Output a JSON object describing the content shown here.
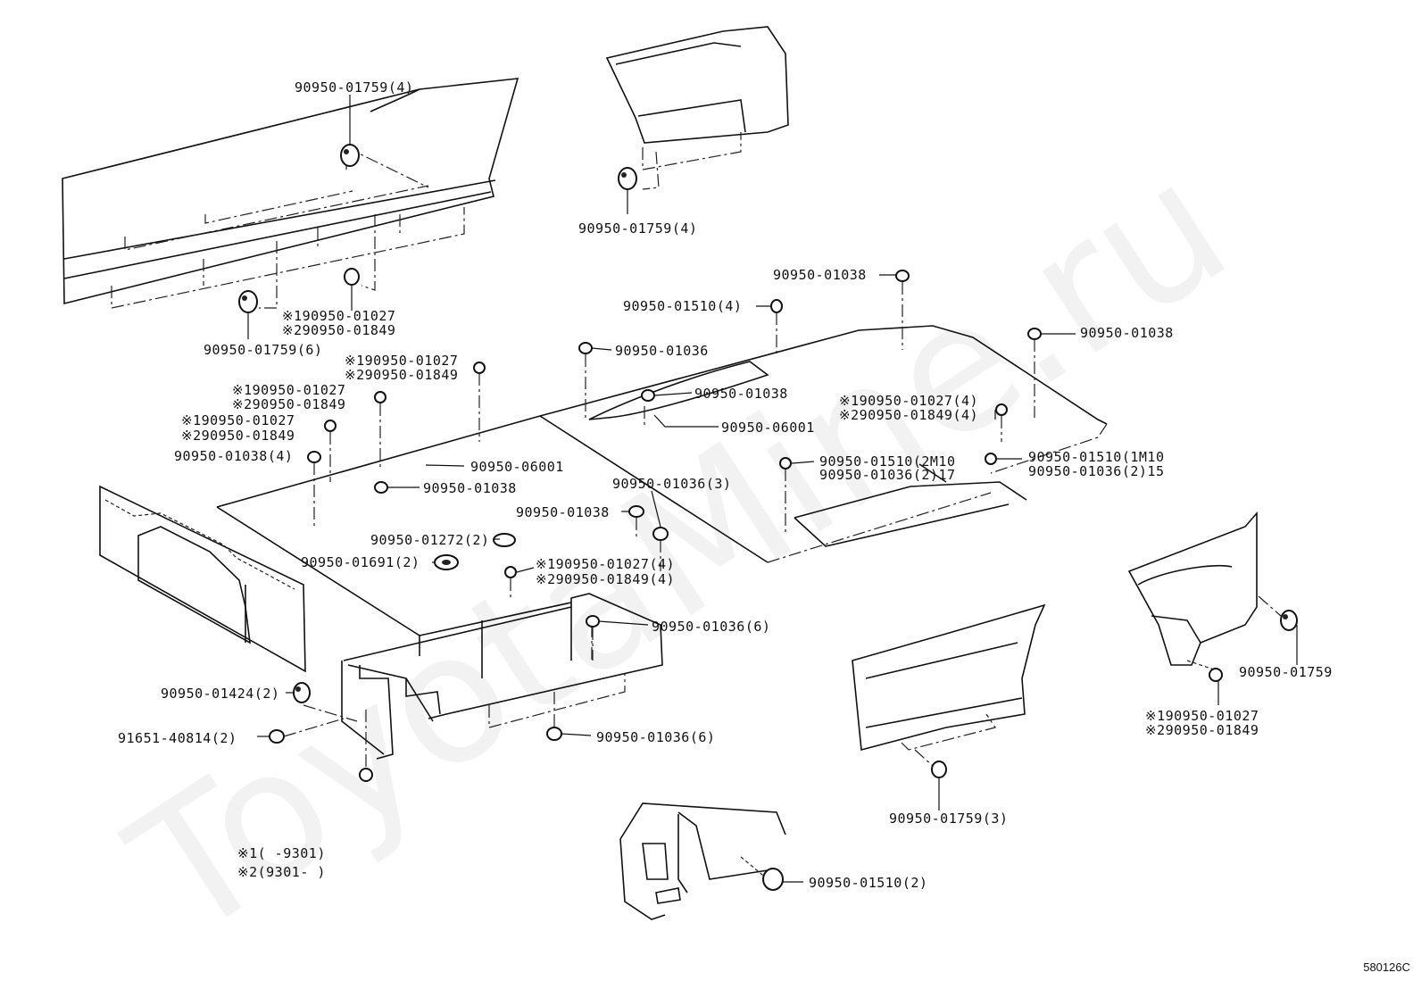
{
  "watermark": "ToyotaMine.ru",
  "diagram_code": "580126C",
  "notes": {
    "note1": "※1(        -9301)",
    "note2": "※2(9301-          )"
  },
  "labels": [
    {
      "id": "l01",
      "text": "90950-01759(4)"
    },
    {
      "id": "l02",
      "text": "90950-01759(4)"
    },
    {
      "id": "l03",
      "text": "※190950-01027"
    },
    {
      "id": "l04",
      "text": "※290950-01849"
    },
    {
      "id": "l05",
      "text": "90950-01759(6)"
    },
    {
      "id": "l06",
      "text": "90950-01038"
    },
    {
      "id": "l07",
      "text": "90950-01510(4)"
    },
    {
      "id": "l08",
      "text": "90950-01038"
    },
    {
      "id": "l09",
      "text": "90950-01036"
    },
    {
      "id": "l10",
      "text": "※190950-01027"
    },
    {
      "id": "l11",
      "text": "※290950-01849"
    },
    {
      "id": "l12",
      "text": "90950-01038"
    },
    {
      "id": "l13",
      "text": "※190950-01027"
    },
    {
      "id": "l14",
      "text": "※290950-01849"
    },
    {
      "id": "l15",
      "text": "※190950-01027(4)"
    },
    {
      "id": "l16",
      "text": "※290950-01849(4)"
    },
    {
      "id": "l17",
      "text": "90950-06001"
    },
    {
      "id": "l18",
      "text": "※190950-01027"
    },
    {
      "id": "l19",
      "text": "※290950-01849"
    },
    {
      "id": "l20",
      "text": "90950-01038(4)"
    },
    {
      "id": "l21",
      "text": "90950-06001"
    },
    {
      "id": "l22",
      "text": "90950-01510(2M10"
    },
    {
      "id": "l23",
      "text": "90950-01036(2)17"
    },
    {
      "id": "l24",
      "text": "90950-01510(1M10"
    },
    {
      "id": "l25",
      "text": "90950-01036(2)15"
    },
    {
      "id": "l26",
      "text": "90950-01038"
    },
    {
      "id": "l27",
      "text": "90950-01036(3)"
    },
    {
      "id": "l28",
      "text": "90950-01038"
    },
    {
      "id": "l29",
      "text": "90950-01272(2)"
    },
    {
      "id": "l30",
      "text": "90950-01691(2)"
    },
    {
      "id": "l31",
      "text": "※190950-01027(4)"
    },
    {
      "id": "l32",
      "text": "※290950-01849(4)"
    },
    {
      "id": "l33",
      "text": "90950-01036(6)"
    },
    {
      "id": "l34",
      "text": "90950-01424(2)"
    },
    {
      "id": "l35",
      "text": "91651-40814(2)"
    },
    {
      "id": "l36",
      "text": "90950-01036(6)"
    },
    {
      "id": "l37",
      "text": "90950-01759"
    },
    {
      "id": "l38",
      "text": "※190950-01027"
    },
    {
      "id": "l39",
      "text": "※290950-01849"
    },
    {
      "id": "l40",
      "text": "90950-01759(3)"
    },
    {
      "id": "l41",
      "text": "90950-01510(2)"
    }
  ]
}
